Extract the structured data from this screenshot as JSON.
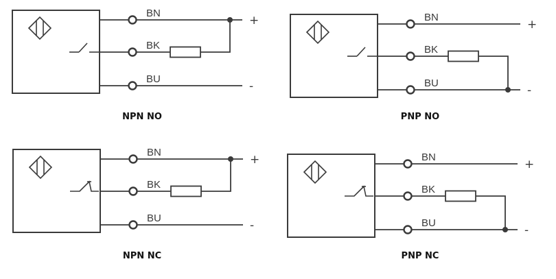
{
  "title": "Proximity sensor wiring diagrams",
  "colors": {
    "line": "#3a3a3a",
    "background": "#ffffff",
    "caption": "#111111"
  },
  "diagrams": [
    {
      "id": "npn-no",
      "caption": "NPN NO",
      "output_type": "NPN",
      "contact": "NO",
      "load_connected_to": "+",
      "wires": [
        {
          "label": "BN",
          "polarity": "+"
        },
        {
          "label": "BK",
          "polarity": ""
        },
        {
          "label": "BU",
          "polarity": "-"
        }
      ]
    },
    {
      "id": "pnp-no",
      "caption": "PNP NO",
      "output_type": "PNP",
      "contact": "NO",
      "load_connected_to": "-",
      "wires": [
        {
          "label": "BN",
          "polarity": "+"
        },
        {
          "label": "BK",
          "polarity": ""
        },
        {
          "label": "BU",
          "polarity": "-"
        }
      ]
    },
    {
      "id": "npn-nc",
      "caption": "NPN NC",
      "output_type": "NPN",
      "contact": "NC",
      "load_connected_to": "+",
      "wires": [
        {
          "label": "BN",
          "polarity": "+"
        },
        {
          "label": "BK",
          "polarity": ""
        },
        {
          "label": "BU",
          "polarity": "-"
        }
      ]
    },
    {
      "id": "pnp-nc",
      "caption": "PNP NC",
      "output_type": "PNP",
      "contact": "NC",
      "load_connected_to": "-",
      "wires": [
        {
          "label": "BN",
          "polarity": "+"
        },
        {
          "label": "BK",
          "polarity": ""
        },
        {
          "label": "BU",
          "polarity": "-"
        }
      ]
    }
  ]
}
